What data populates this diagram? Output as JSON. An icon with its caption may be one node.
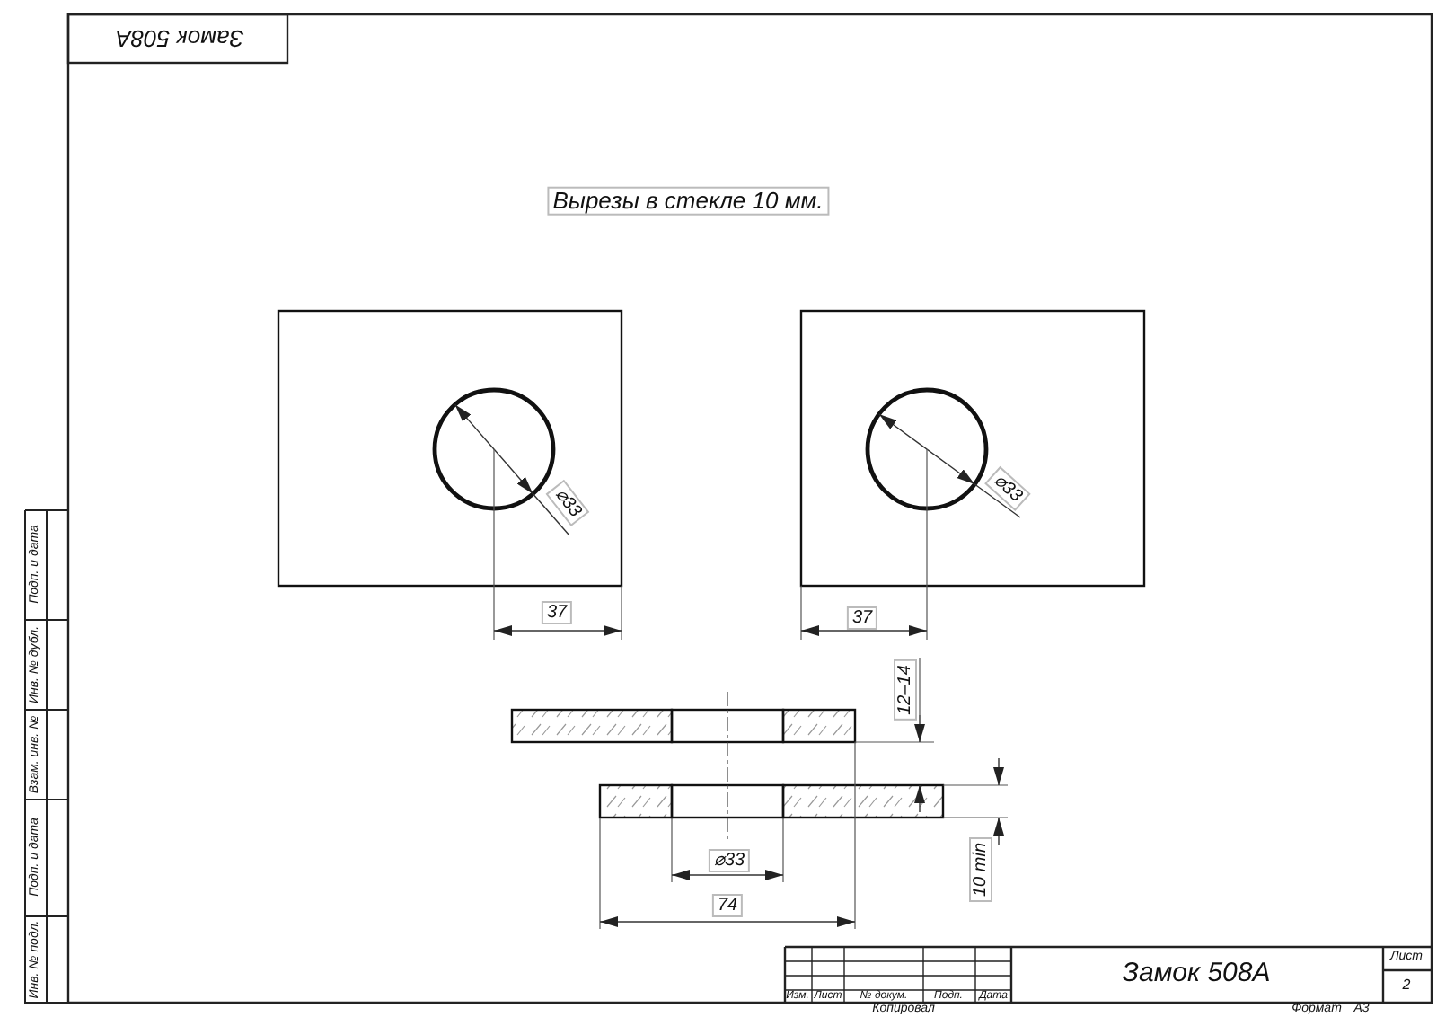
{
  "diagram": {
    "labels": [
      "Замок 508А",
      "Вырезы в стекле 10 мм.",
      "⌀33",
      "37",
      "⌀33",
      "37",
      "12–14",
      "10 min",
      "⌀33",
      "74",
      "Подп. и дата",
      "Инв. № дубл.",
      "Взам. инв. №",
      "Подп. и дата",
      "Инв. № подл.",
      "Изм.",
      "Лист",
      "№ докум.",
      "Подп.",
      "Дата",
      "Замок 508А",
      "Лист",
      "2",
      "Копировал",
      "Формат",
      "A3"
    ]
  }
}
